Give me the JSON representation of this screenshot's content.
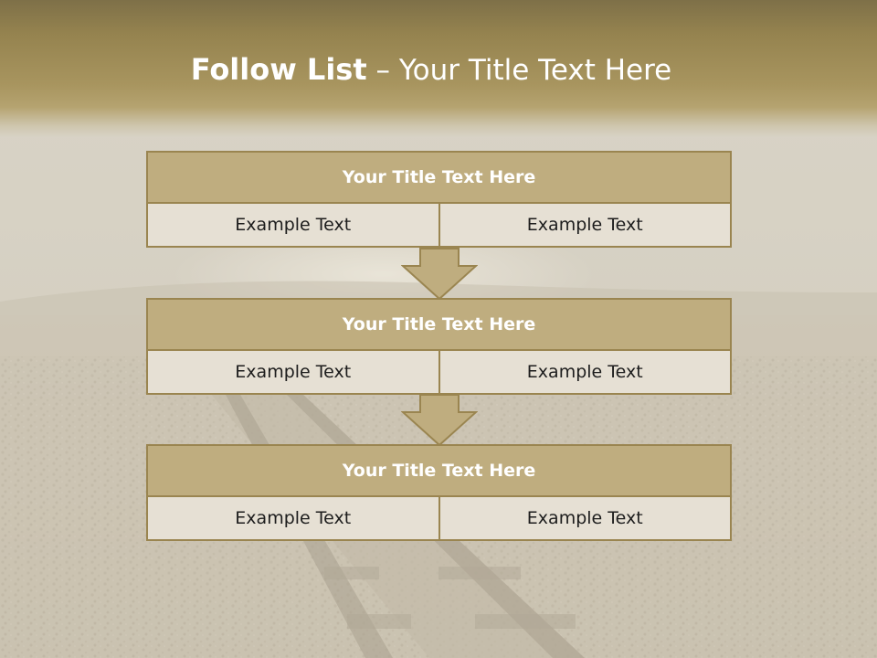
{
  "slide": {
    "title_strong": "Follow List",
    "title_rest": " – Your Title Text Here"
  },
  "blocks": [
    {
      "title": "Your Title Text Here",
      "left_text": "Example Text",
      "right_text": "Example Text"
    },
    {
      "title": "Your Title Text Here",
      "left_text": "Example Text",
      "right_text": "Example Text"
    },
    {
      "title": "Your Title Text Here",
      "left_text": "Example Text",
      "right_text": "Example Text"
    }
  ],
  "colors": {
    "header_fill": "#bfad7f",
    "border": "#9a8550",
    "row_fill": "#e6e0d4",
    "arrow_fill": "#bfad7f"
  },
  "icons": {
    "connector": "down-arrow-icon"
  }
}
